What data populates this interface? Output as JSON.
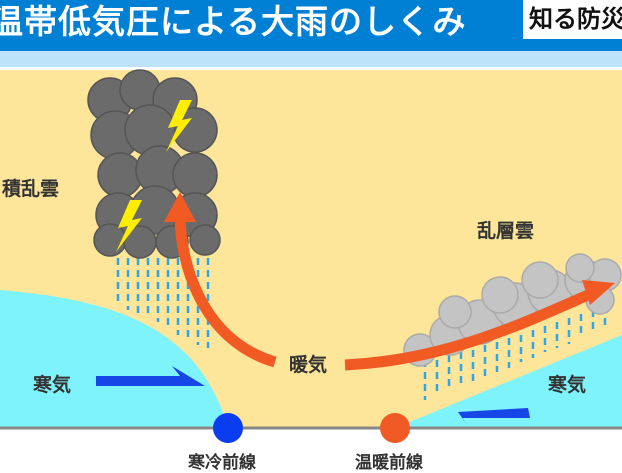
{
  "header": {
    "title": "温帯低気圧による大雨のしくみ",
    "logo": "知る防災"
  },
  "labels": {
    "cumulonimbus": "積乱雲",
    "nimbostratus": "乱層雲",
    "cold_air_left": "寒気",
    "warm_air": "暖気",
    "cold_air_right": "寒気",
    "cold_front": "寒冷前線",
    "warm_front": "温暖前線"
  },
  "colors": {
    "header": "#0080d4",
    "warm": "#fde59a",
    "cold": "#7ef3fb",
    "arrow_warm": "#f25a24",
    "arrow_cold": "#1746e6",
    "cold_front": "#0b3df0",
    "warm_front": "#f15a24"
  }
}
